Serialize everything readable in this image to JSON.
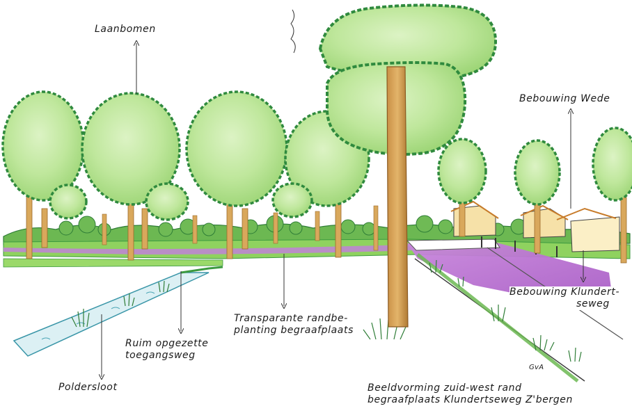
{
  "annotations": {
    "laanbomen": "Laanbomen",
    "bebouwing_wede": "Bebouwing Wede",
    "bebouwing_klundertseweg": [
      "Bebouwing Klundert-",
      "seweg"
    ],
    "transparante_randbeplanting": [
      "Transparante randbe-",
      "planting begraafplaats"
    ],
    "ruim_toegangsweg": [
      "Ruim opgezette",
      "toegangsweg"
    ],
    "poldersloot": "Poldersloot",
    "caption": [
      "Beeldvorming zuid-west rand",
      "begraafplaats Klundertseweg Z'bergen"
    ],
    "signature": "GvA"
  },
  "colors": {
    "tree_light": "#c9ecaa",
    "tree_mid": "#a7db82",
    "tree_outline": "#2f8a3e",
    "trunk": "#d9a85c",
    "trunk_dark": "#9c6a2a",
    "grass": "#7fcb54",
    "ditch_water": "#d6eef3",
    "road_purple": "#b96fd0",
    "hedge": "#5fae49"
  }
}
